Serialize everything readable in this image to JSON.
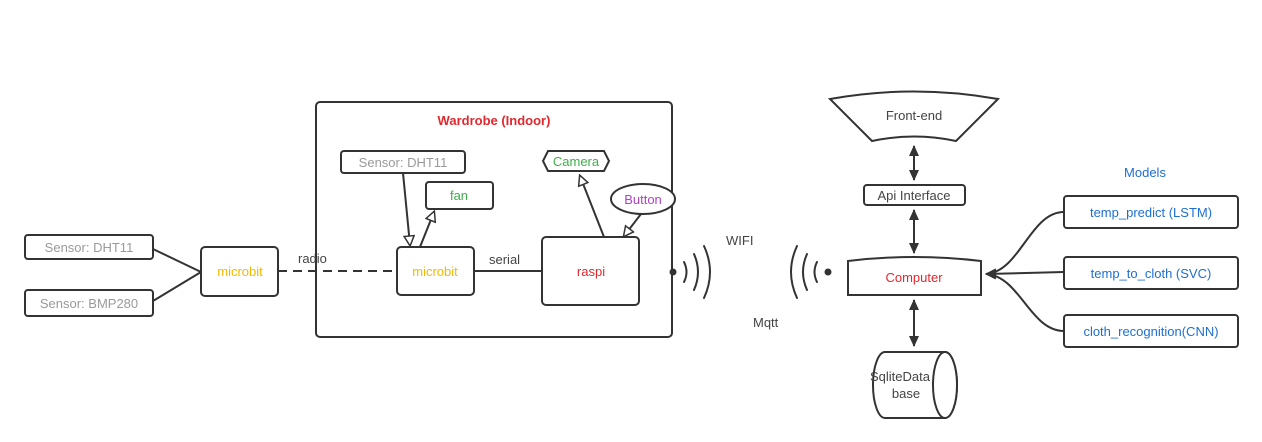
{
  "colors": {
    "gray_text": "#9a9a9a",
    "dark_text": "#444444",
    "orange": "#f5b800",
    "green": "#3fae49",
    "purple": "#b040c8",
    "red": "#e0282e",
    "blue": "#1e6fd0",
    "line": "#333333"
  },
  "outdoor": {
    "sensor_dht11": "Sensor: DHT11",
    "sensor_bmp280": "Sensor: BMP280",
    "microbit": "microbit"
  },
  "links": {
    "radio": "radio",
    "serial": "serial",
    "wifi": "WIFI",
    "mqtt": "Mqtt"
  },
  "wardrobe": {
    "title": "Wardrobe (Indoor)",
    "sensor_dht11": "Sensor: DHT11",
    "fan": "fan",
    "microbit": "microbit",
    "camera": "Camera",
    "button": "Button",
    "raspi": "raspi"
  },
  "server": {
    "frontend": "Front-end",
    "api": "Api Interface",
    "computer": "Computer",
    "database_line1": "SqliteData",
    "database_line2": "base"
  },
  "models": {
    "title": "Models",
    "items": [
      {
        "label": "temp_predict (LSTM)"
      },
      {
        "label": "temp_to_cloth (SVC)"
      },
      {
        "label": "cloth_recognition(CNN)"
      }
    ]
  }
}
